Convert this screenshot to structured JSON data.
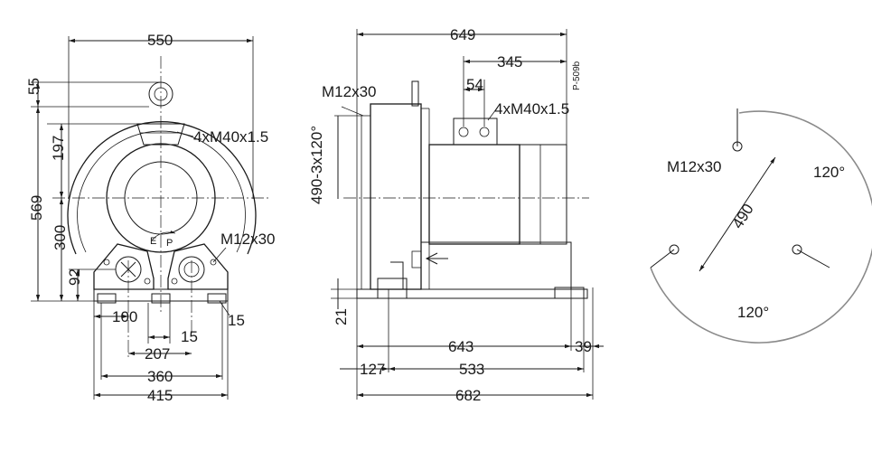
{
  "drawing_code": "P-509b",
  "front_view": {
    "dims": {
      "width_overall": "550",
      "top_offset": "55",
      "port_height": "197",
      "total_height": "569",
      "center_height": "300",
      "foot_height": "92",
      "foot_spacing_small": "100",
      "foot_slot": "15",
      "foot_spacing_mid": "207",
      "foot_spacing_inner": "360",
      "foot_spacing_outer": "415",
      "foot_slot_right": "15"
    },
    "labels": {
      "port_thread": "4xM40x1.5",
      "bolt_thread": "M12x30",
      "marker_e": "E",
      "marker_p": "P"
    }
  },
  "side_view": {
    "dims": {
      "overall_length": "649",
      "motor_offset": "345",
      "port_spacing": "54",
      "base_length": "643",
      "base_end": "39",
      "foot_offset": "127",
      "foot_span": "533",
      "total_length": "682",
      "base_height": "21",
      "flange_pattern": "490-3x120°"
    },
    "labels": {
      "bolt_thread": "M12x30",
      "port_thread": "4xM40x1.5"
    }
  },
  "flange_view": {
    "bolt_thread": "M12x30",
    "pitch_diameter": "490",
    "angle_right": "120°",
    "angle_bottom": "120°"
  }
}
